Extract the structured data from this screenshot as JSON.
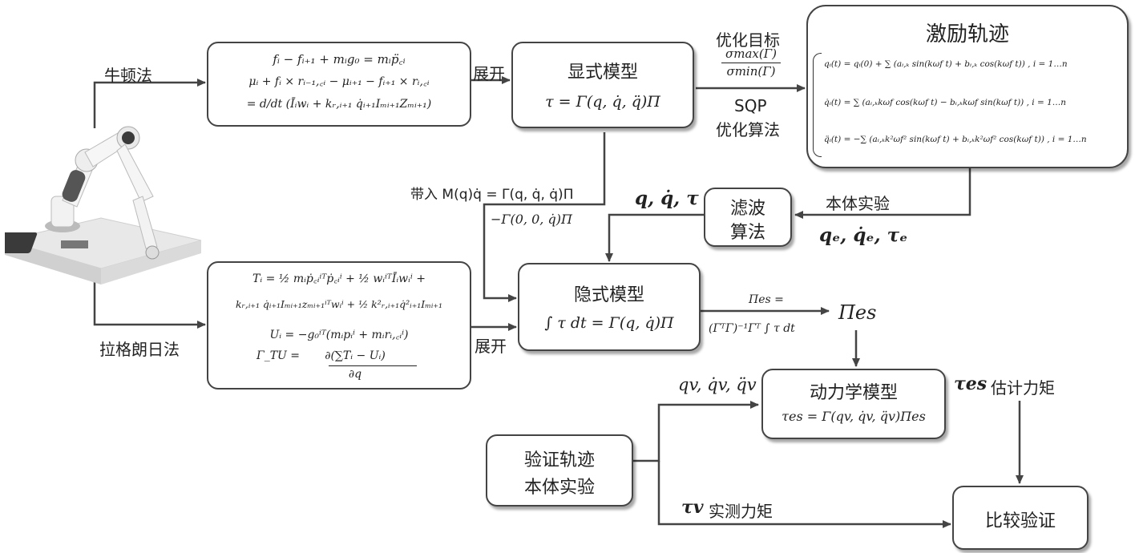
{
  "newton_label": "牛顿法",
  "lagrange_label": "拉格朗日法",
  "expand_label_top": "展开",
  "expand_label_bottom": "展开",
  "newton_box": {
    "eq1": "fᵢ − fᵢ₊₁ + mᵢg₀ = mᵢp̈꜀ᵢ",
    "eq2": "μᵢ + fᵢ × rᵢ₋₁,꜀ᵢ − μᵢ₊₁ − fᵢ₊₁ × rᵢ,꜀ᵢ",
    "eq3": "= d/dt (Īᵢwᵢ + kᵣ,ᵢ₊₁ q̇ᵢ₊₁Iₘᵢ₊₁Zₘᵢ₊₁)"
  },
  "lagrange_box": {
    "eq1": "Tᵢ = ½ mᵢṗ꜀ᵢⁱᵀṗ꜀ᵢⁱ + ½ wᵢⁱᵀĪᵢwᵢⁱ +",
    "eq2": "kᵣ,ᵢ₊₁ q̇ᵢ₊₁Iₘᵢ₊₁zₘᵢ₊₁ⁱᵀwᵢⁱ + ½ k²ᵣ,ᵢ₊₁q̇²ᵢ₊₁Iₘᵢ₊₁",
    "eq3": "Uᵢ = −g₀ⁱᵀ(mᵢpᵢⁱ + mᵢrᵢ,꜀ᵢⁱ)",
    "eq4_num": "∂(∑Tᵢ − Uᵢ)",
    "eq4_lhs": "Γ_TU =",
    "eq4_den": "∂q"
  },
  "explicit_model": {
    "title": "显式模型",
    "eq": "τ = Γ(q, q̇, q̈)Π"
  },
  "optimization": {
    "target_label": "优化目标",
    "ratio_num": "σmax(Γ)",
    "ratio_den": "σmin(Γ)",
    "sqp": "SQP",
    "algo": "优化算法"
  },
  "excitation": {
    "title": "激励轨迹",
    "eq1": "qᵢ(t) = qᵢ(0) + ∑ (aᵢ,ₖ sin(kωf t) + bᵢ,ₖ cos(kωf t)) , i = 1…n",
    "eq2": "q̇ᵢ(t) = ∑ (aᵢ,ₖkωf cos(kωf t) − bᵢ,ₖkωf sin(kωf t)) , i = 1…n",
    "eq3": "q̈ᵢ(t) = −∑ (aᵢ,ₖk²ωf² sin(kωf t) + bᵢ,ₖk²ωf² cos(kωf t)) , i = 1…n"
  },
  "substitute": {
    "line1": "带入 M(q)q̇ = Γ(q, q̇, q̇)Π",
    "line2": "−Γ(0, 0, q̇)Π"
  },
  "filtered_signals": "q, q̇, τ",
  "filter": {
    "line1": "滤波",
    "line2": "算法"
  },
  "body_experiment_label": "本体实验",
  "experiment_signals": "qₑ, q̇ₑ, τₑ",
  "implicit_model": {
    "title": "隐式模型",
    "eq": "∫ τ dt = Γ(q, q̇)Π"
  },
  "pi_estimate": {
    "line1": "Πes =",
    "line2": "(ΓᵀΓ)⁻¹Γᵀ ∫ τ dt",
    "result": "Πes"
  },
  "dynamics_model": {
    "title": "动力学模型",
    "eq": "τes = Γ(qv, q̇v, q̈v)Πes"
  },
  "verify_signals": "qv, q̇v, q̈v",
  "estimated_torque": {
    "symbol": "τes",
    "text": "估计力矩"
  },
  "validation_traj": {
    "line1": "验证轨迹",
    "line2": "本体实验"
  },
  "measured_torque": {
    "symbol": "τv",
    "text": "实测力矩"
  },
  "compare": "比较验证"
}
